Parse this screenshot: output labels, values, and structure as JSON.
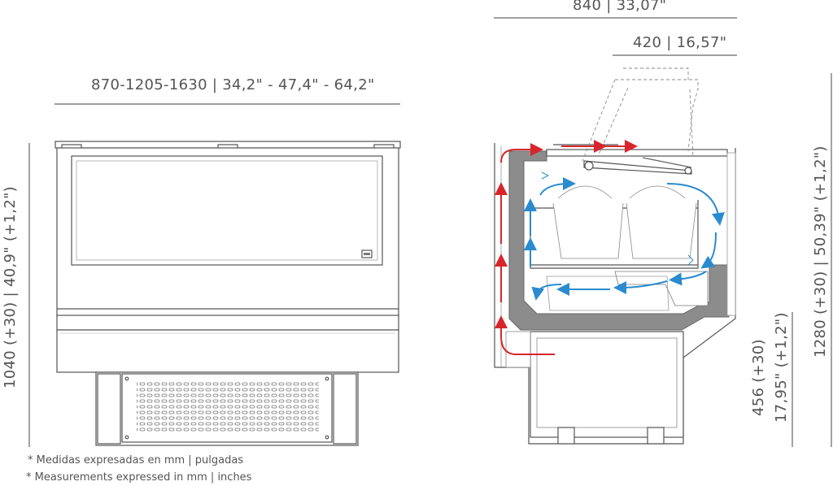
{
  "front_view": {
    "width_label": "870-1205-1630  |  34,2\" - 47,4\" - 64,2\"",
    "height_label": "1040  (+30)  |  40,9\" (+1,2\")"
  },
  "side_view": {
    "total_depth_label": "840  |  33,07\"",
    "top_depth_label": "420  |  16,57\"",
    "total_height_label": "1280 (+30)  |  50,39\" (+1,2\")",
    "base_height_mm": "456 (+30)",
    "base_height_in": "17,95\" (+1,2\")"
  },
  "footnotes": [
    "* Medidas expresadas en mm  |  pulgadas",
    "* Measurements expressed in mm  |  inches"
  ],
  "colors": {
    "warm_air": "#d7262b",
    "cold_air": "#2a8bd0",
    "line": "#555555",
    "insulation": "#8c8c8c"
  }
}
